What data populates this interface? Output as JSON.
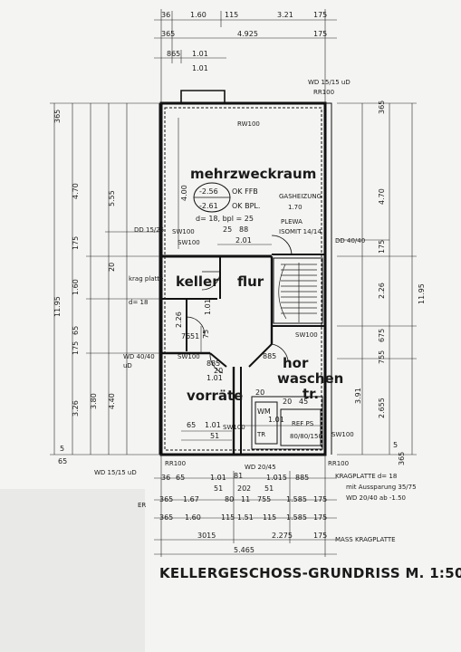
{
  "title": "KELLERGESCHOSS-GRUNDRISS M. 1:50",
  "rooms": {
    "mehrzweckraum": "mehrzweckraum",
    "keller": "keller",
    "flur": "flur",
    "vorraete": "vorräte",
    "hor": "hor",
    "waschen": "waschen",
    "tr": "tr."
  },
  "levels": {
    "ok_ffb_value": "-2.56",
    "ok_ffb_label": "OK FFB",
    "ok_bpl_value": "-2.61",
    "ok_bpl_label": "OK BPL.",
    "d_note": "d= 18, bpl = 25"
  },
  "labels": {
    "rw100": "RW100",
    "rr100_top": "RR100",
    "wd_top": "WD 15/15 uD",
    "gasheizung": "GASHEIZUNG",
    "gas_dim": "1.70",
    "plewa": "PLEWA",
    "isomit": "ISOMIT 14/14",
    "dd15": "DD 15/25",
    "sw100_a": "SW100",
    "sw100_b": "SW100",
    "sw100_c": "SW100",
    "sw100_d": "SW100",
    "sw100_e": "SW100",
    "sw100_f": "SW100",
    "dd40": "DD 40/40",
    "wd40": "WD 40/40",
    "ud": "uD",
    "kragplatte": "krag platte",
    "kragplatte_d": "d= 18",
    "wm": "WM",
    "tr_box": "TR",
    "ref": "REF PS",
    "ref_dim": "80/80/150",
    "rr100_b": "RR100",
    "rr100_c": "RR100",
    "wd_bottom": "WD 15/15 uD",
    "wd_20_45": "WD 20/45",
    "kragplatte_note": "KRAGPLATTE d= 18",
    "aussparung": "mit Aussparung 35/75",
    "wd_20_40": "WD 20/40 ab -1.50",
    "mass_kragplatte": "MASS KRAGPLATTE",
    "er": "ER"
  },
  "dims_top": {
    "r1": [
      "36",
      "1.60",
      "115",
      "3.21",
      "175"
    ],
    "r2": [
      "365",
      "4.925",
      "175"
    ],
    "r3": [
      "865",
      "1.01"
    ],
    "r4": "1.01"
  },
  "dims_left": [
    "4.70",
    "5.55",
    "175",
    "20",
    "1.60",
    "65",
    "175",
    "3.26",
    "3.80",
    "4.40",
    "11.95",
    "5",
    "65",
    "365"
  ],
  "dims_right": [
    "365",
    "4.70",
    "175",
    "2.26",
    "675",
    "755",
    "3.91",
    "2.655",
    "11.95",
    "5",
    "365"
  ],
  "dims_inner": [
    "4.00",
    "25",
    "88",
    "2.01",
    "1.01",
    "2.26",
    "75",
    "76",
    "51",
    "885",
    "20",
    "1.01",
    "885",
    "65",
    "1.01",
    "51",
    "20",
    "45",
    "1.01",
    "20"
  ],
  "dims_bottom": {
    "r1": [
      "36",
      "65",
      "1.01",
      "81",
      "1.015",
      "885"
    ],
    "r2": [
      "51",
      "51",
      "2",
      "20"
    ],
    "r3": [
      "365",
      "1.67",
      "80",
      "11",
      "755",
      "1.585",
      "175"
    ],
    "r4": [
      "365",
      "1.60",
      "115",
      "1.51",
      "115",
      "1.585",
      "175"
    ],
    "r5": [
      "3015",
      "2.275",
      "175"
    ],
    "r6": "5.465"
  }
}
